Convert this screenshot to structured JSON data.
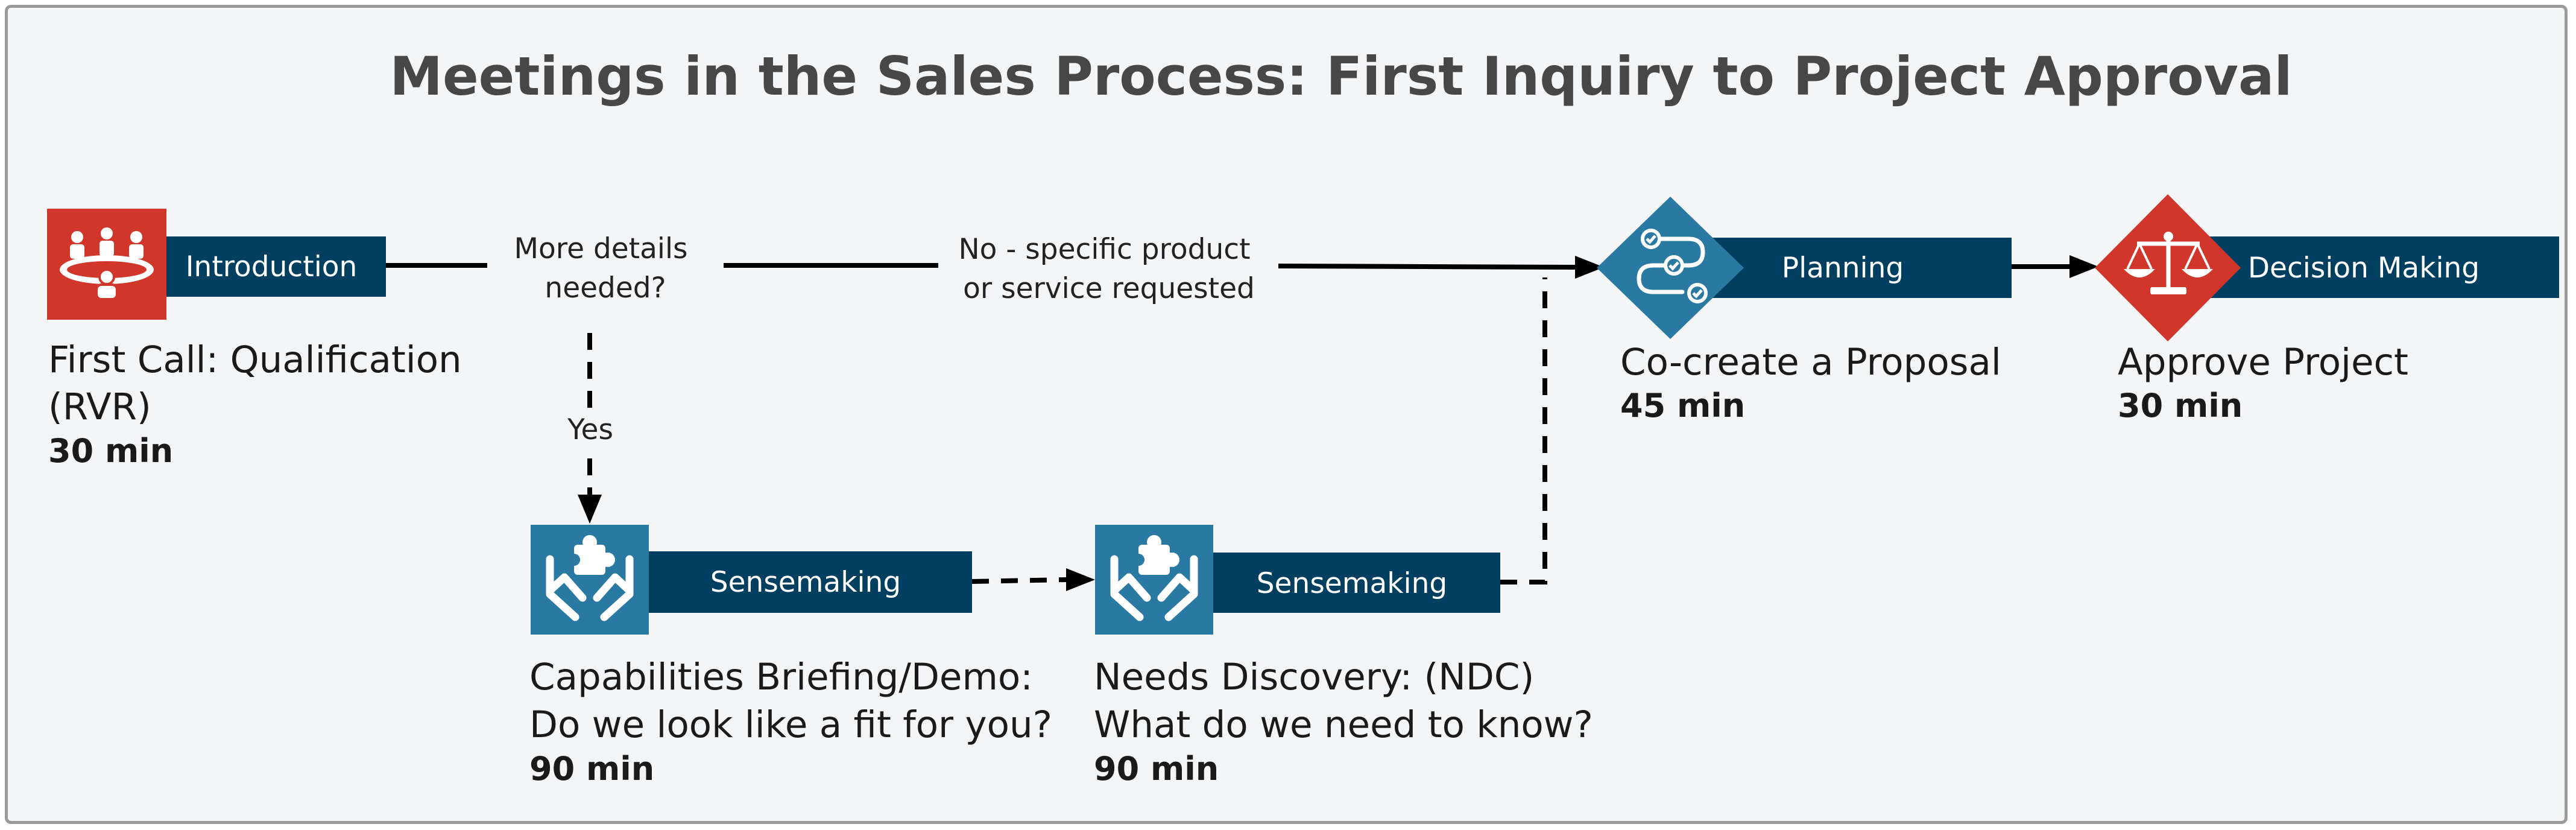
{
  "title": "Meetings in the Sales Process: First Inquiry to Project Approval",
  "colors": {
    "navy": "#003f5f",
    "teal": "#2a79a3",
    "red": "#d1362b",
    "background": "#f4f5f7"
  },
  "nodes": [
    {
      "id": "intro",
      "icon": "meeting-table-icon",
      "tag": "Introduction",
      "desc": [
        "First Call: Qualification",
        "(RVR)"
      ],
      "duration": "30 min"
    },
    {
      "id": "cap",
      "icon": "puzzle-hands-icon",
      "tag": "Sensemaking",
      "desc": [
        "Capabilities Briefing/Demo:",
        "Do we look like a fit for you?"
      ],
      "duration": "90 min"
    },
    {
      "id": "ndc",
      "icon": "puzzle-hands-icon",
      "tag": "Sensemaking",
      "desc": [
        "Needs Discovery:  (NDC)",
        "What do we need to know?"
      ],
      "duration": "90 min"
    },
    {
      "id": "plan",
      "icon": "flow-checklist-icon",
      "tag": "Planning",
      "desc": [
        "Co-create a Proposal"
      ],
      "duration": "45 min"
    },
    {
      "id": "decide",
      "icon": "scales-icon",
      "tag": "Decision Making",
      "desc": [
        "Approve Project"
      ],
      "duration": "30 min"
    }
  ],
  "edge_labels": {
    "question": [
      "More details",
      "needed?"
    ],
    "no_branch": [
      "No - specific product",
      "or service requested"
    ],
    "yes_branch": "Yes"
  }
}
